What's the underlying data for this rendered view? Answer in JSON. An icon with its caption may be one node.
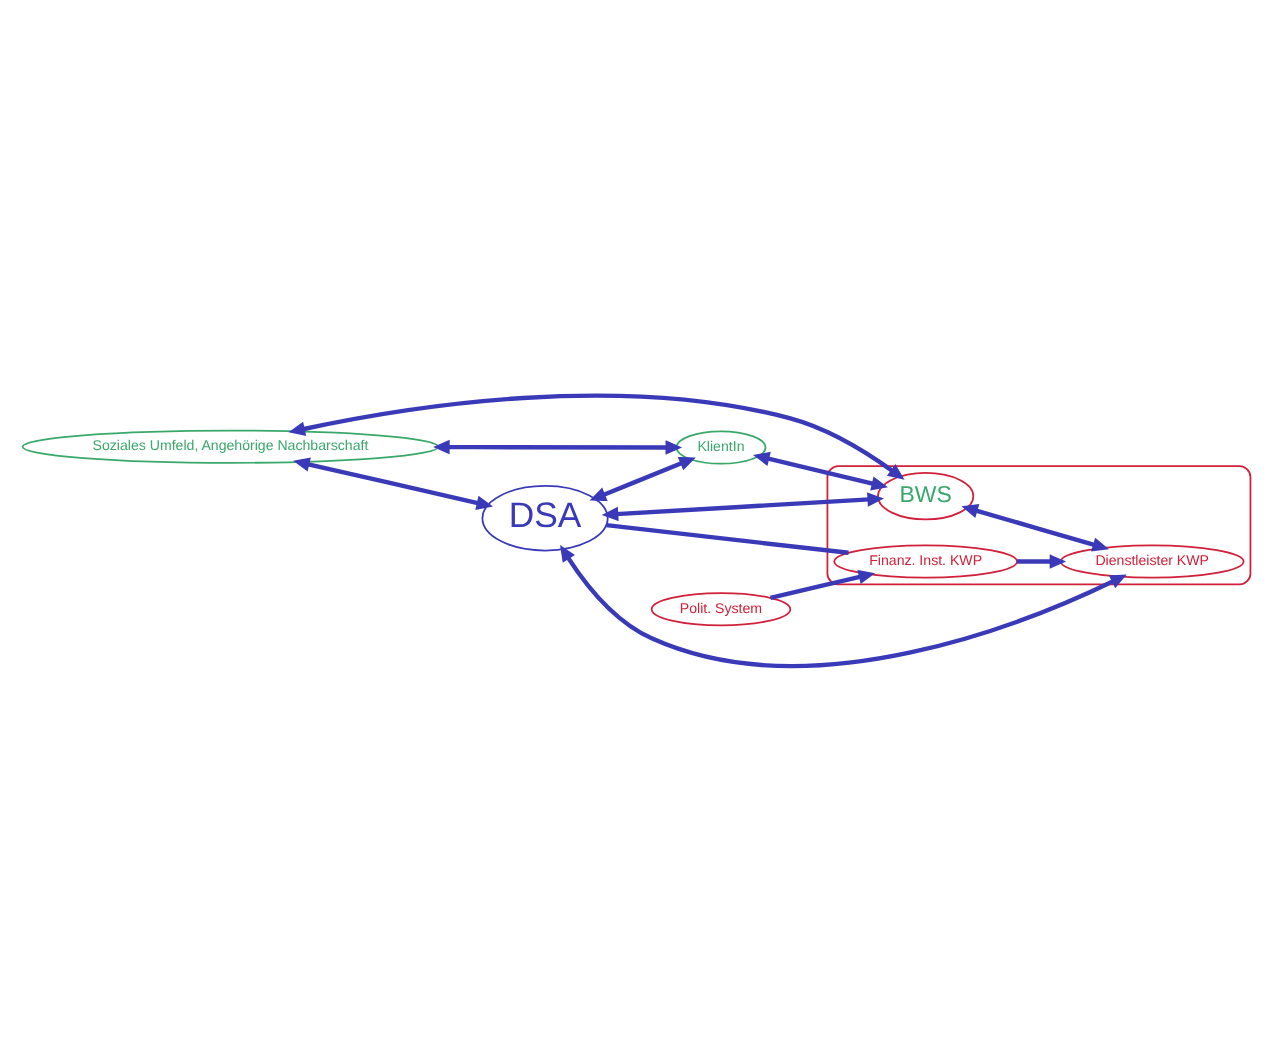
{
  "diagram": {
    "nodes": [
      {
        "text": [],
        "shape": "oval"
      },
      {
        "text": [
          "BWS"
        ],
        "in": 0
      },
      {
        "text": [
          "Soziales Umfeld, Angehörige Nachbarschaft"
        ]
      },
      {
        "text": [
          "DSA"
        ]
      },
      {
        "text": [
          "Dienstleister KWP"
        ],
        "in": 0
      },
      {
        "text": [
          "KlientIn"
        ]
      },
      {
        "text": [
          "Finanz. Inst. KWP"
        ],
        "in": 0
      },
      {
        "text": [
          "Polit. System"
        ]
      }
    ],
    "edges": [
      {
        "from": 2,
        "to": 1,
        "arrow": "both"
      },
      {
        "from": 3,
        "to": 1,
        "arrow": "both"
      },
      {
        "from": 1,
        "to": 4,
        "arrow": "both"
      },
      {
        "from": 2,
        "to": 3,
        "arrow": "both"
      },
      {
        "from": 3,
        "to": 4,
        "arrow": "both"
      },
      {
        "from": 3,
        "to": 5,
        "arrow": "both"
      },
      {
        "from": 2,
        "to": 5,
        "arrow": "both"
      },
      {
        "from": 5,
        "to": 1,
        "arrow": "both"
      },
      {
        "from": 3,
        "to": 6,
        "arrow": "none"
      },
      {
        "from": 6,
        "to": 4,
        "arrow": "to"
      },
      {
        "from": 7,
        "to": 6,
        "arrow": "to"
      }
    ]
  }
}
